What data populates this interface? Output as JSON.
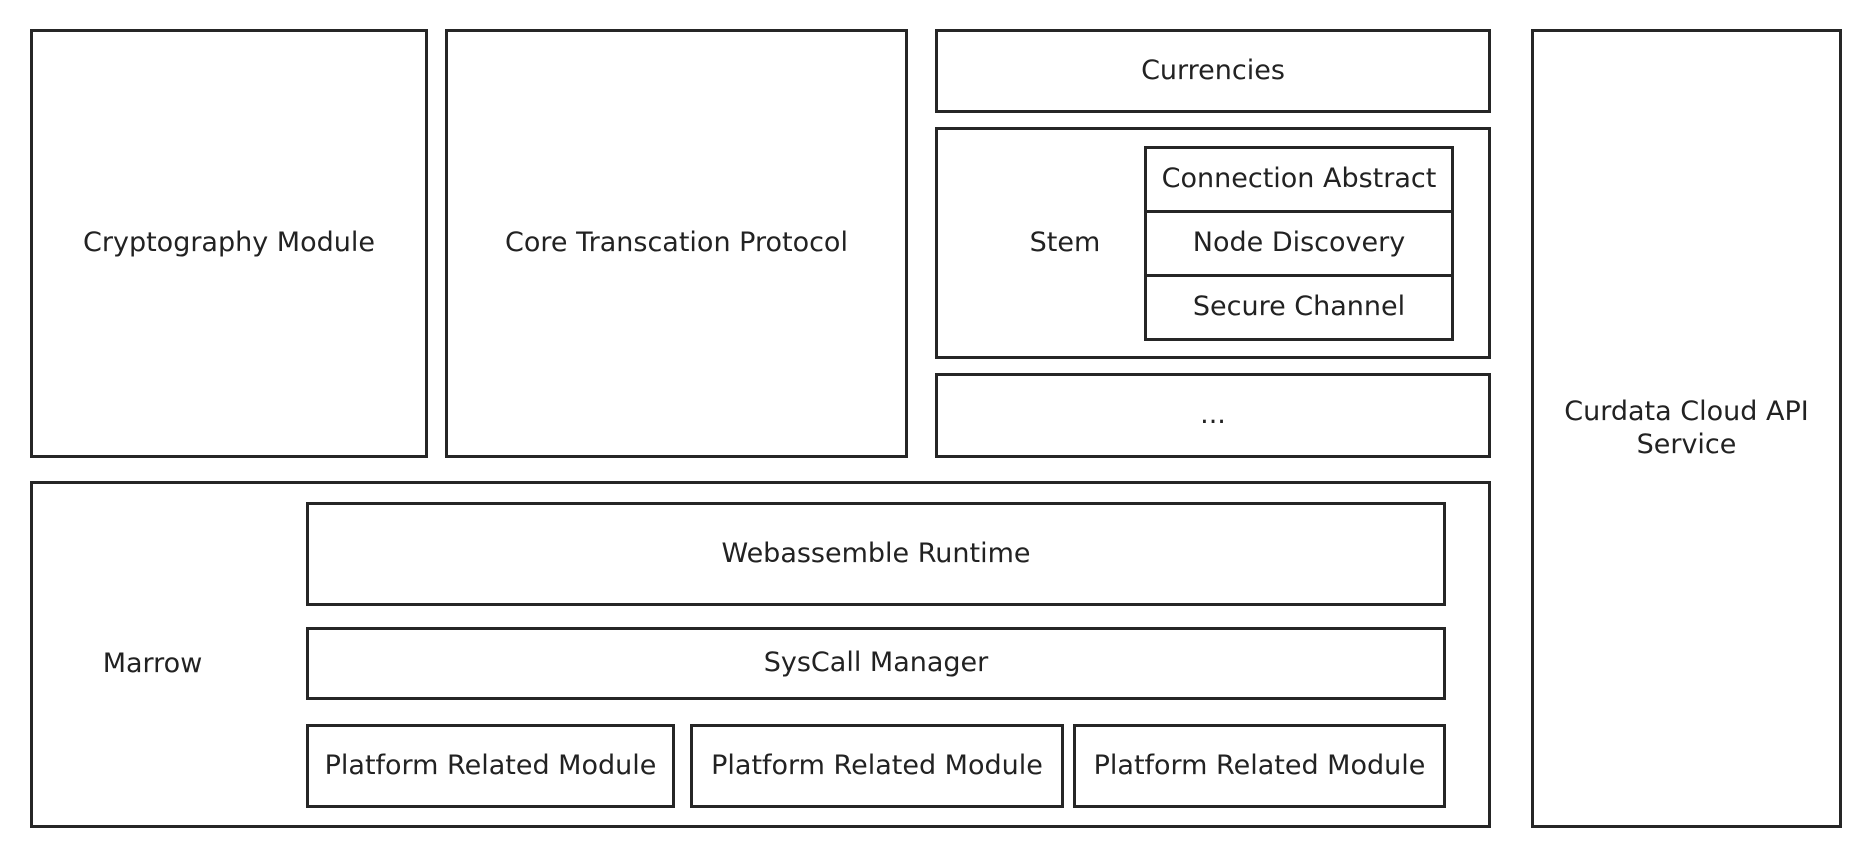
{
  "diagram": {
    "cryptography": "Cryptography Module",
    "core_protocol": "Core Transcation Protocol",
    "currencies": "Currencies",
    "stem": {
      "label": "Stem",
      "items": [
        "Connection Abstract",
        "Node Discovery",
        "Secure Channel"
      ]
    },
    "ellipsis": "...",
    "curdata": "Curdata Cloud API Service",
    "marrow": {
      "label": "Marrow",
      "runtime": "Webassemble Runtime",
      "syscall": "SysCall Manager",
      "platform_modules": [
        "Platform Related Module",
        "Platform Related Module",
        "Platform Related Module"
      ]
    }
  }
}
